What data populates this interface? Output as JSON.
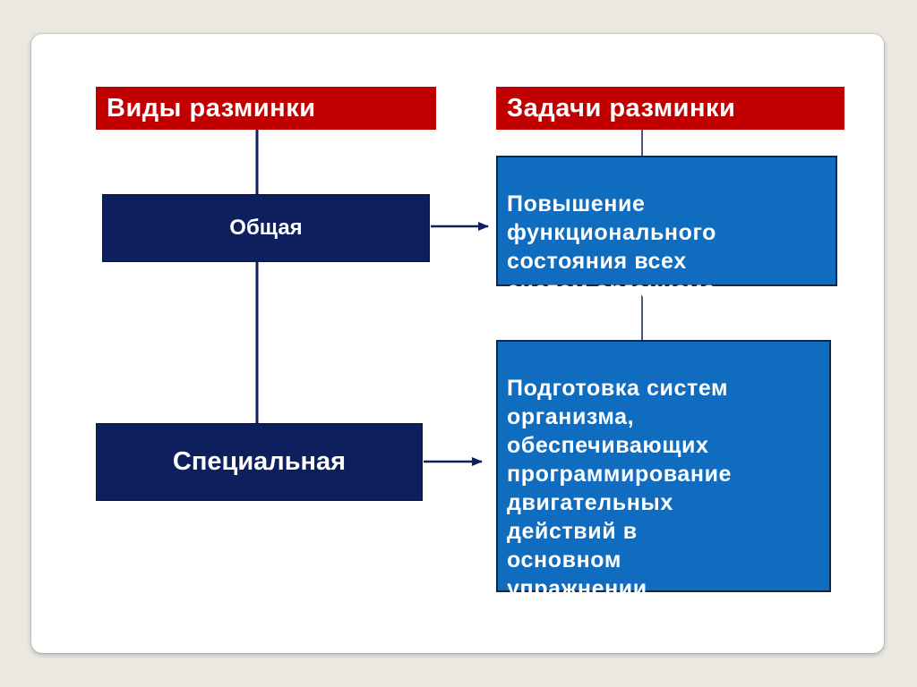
{
  "diagram": {
    "left_header": "Виды разминки",
    "right_header": "Задачи разминки",
    "types": [
      {
        "label": "Общая"
      },
      {
        "label": "Специальная"
      }
    ],
    "tasks": [
      {
        "text": "Повышение\nфункционального\nсостояния всех\nсистем организма"
      },
      {
        "text": "Подготовка  систем\nорганизма,\nобеспечивающих\nпрограммирование\nдвигательных\nдействий в\nосновном\nупражнении"
      }
    ]
  },
  "colors": {
    "header": "#c00000",
    "type_box": "#0d1f5c",
    "task_box": "#0f6cbf",
    "connector": "#0d1f5c"
  }
}
